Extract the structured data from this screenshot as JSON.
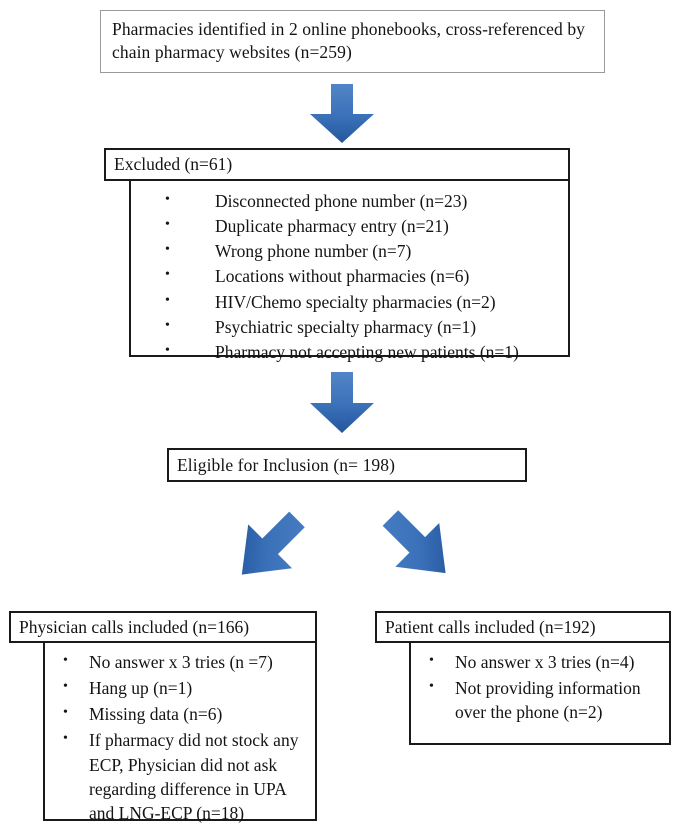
{
  "figure": {
    "type": "flowchart",
    "title": "Pharmacy study recruitment flow diagram",
    "accent_color": "#2f6ab4",
    "box_border_color": "#1a1a1a",
    "background_color": "#ffffff"
  },
  "source": {
    "text": "Pharmacies identified in 2 online phonebooks, cross-referenced by chain pharmacy websites (n=259)"
  },
  "excluded": {
    "header": "Excluded (n=61)",
    "bullet_glyph": "•",
    "items": [
      "Disconnected phone number (n=23)",
      "Duplicate pharmacy entry (n=21)",
      "Wrong phone number (n=7)",
      "Locations without pharmacies (n=6)",
      "HIV/Chemo specialty pharmacies (n=2)",
      "Psychiatric specialty pharmacy (n=1)",
      "Pharmacy not accepting new patients (n=1)"
    ]
  },
  "eligible": {
    "text": "Eligible for Inclusion (n= 198)"
  },
  "physician": {
    "header": "Physician calls included (n=166)",
    "bullet_glyph": "•",
    "items": [
      "No answer x 3 tries (n =7)",
      "Hang up (n=1)",
      "Missing data (n=6)",
      "If pharmacy did not stock any ECP, Physician did not ask regarding difference in UPA and LNG-ECP (n=18)"
    ]
  },
  "patient": {
    "header": "Patient calls included (n=192)",
    "bullet_glyph": "•",
    "items": [
      "No answer x 3 tries (n=4)",
      "Not providing information over the phone (n=2)"
    ]
  },
  "arrows": {
    "arrow_1_name": "arrow-down-to-excluded",
    "arrow_2_name": "arrow-down-to-eligible",
    "arrow_3_name": "arrow-down-left-to-physician",
    "arrow_4_name": "arrow-down-right-to-patient",
    "gradient_start": "#5185c6",
    "gradient_end": "#25569e"
  },
  "chart_data": {
    "type": "flowchart",
    "title": "Pharmacy call study participant flow",
    "nodes": [
      {
        "id": "source",
        "label": "Pharmacies identified in 2 online phonebooks, cross-referenced by chain pharmacy websites",
        "n": 259
      },
      {
        "id": "excluded",
        "label": "Excluded",
        "n": 61,
        "children": [
          {
            "label": "Disconnected phone number",
            "n": 23
          },
          {
            "label": "Duplicate pharmacy entry",
            "n": 21
          },
          {
            "label": "Wrong phone number",
            "n": 7
          },
          {
            "label": "Locations without pharmacies",
            "n": 6
          },
          {
            "label": "HIV/Chemo specialty pharmacies",
            "n": 2
          },
          {
            "label": "Psychiatric specialty pharmacy",
            "n": 1
          },
          {
            "label": "Pharmacy not accepting new patients",
            "n": 1
          }
        ]
      },
      {
        "id": "eligible",
        "label": "Eligible for Inclusion",
        "n": 198
      },
      {
        "id": "physician",
        "label": "Physician calls included",
        "n": 166,
        "children": [
          {
            "label": "No answer x 3 tries",
            "n": 7
          },
          {
            "label": "Hang up",
            "n": 1
          },
          {
            "label": "Missing data",
            "n": 6
          },
          {
            "label": "If pharmacy did not stock any ECP, Physician did not ask regarding difference in UPA and LNG-ECP",
            "n": 18
          }
        ]
      },
      {
        "id": "patient",
        "label": "Patient calls included",
        "n": 192,
        "children": [
          {
            "label": "No answer x 3 tries",
            "n": 4
          },
          {
            "label": "Not providing information over the phone",
            "n": 2
          }
        ]
      }
    ],
    "edges": [
      {
        "from": "source",
        "to": "excluded"
      },
      {
        "from": "excluded",
        "to": "eligible"
      },
      {
        "from": "eligible",
        "to": "physician"
      },
      {
        "from": "eligible",
        "to": "patient"
      }
    ]
  }
}
